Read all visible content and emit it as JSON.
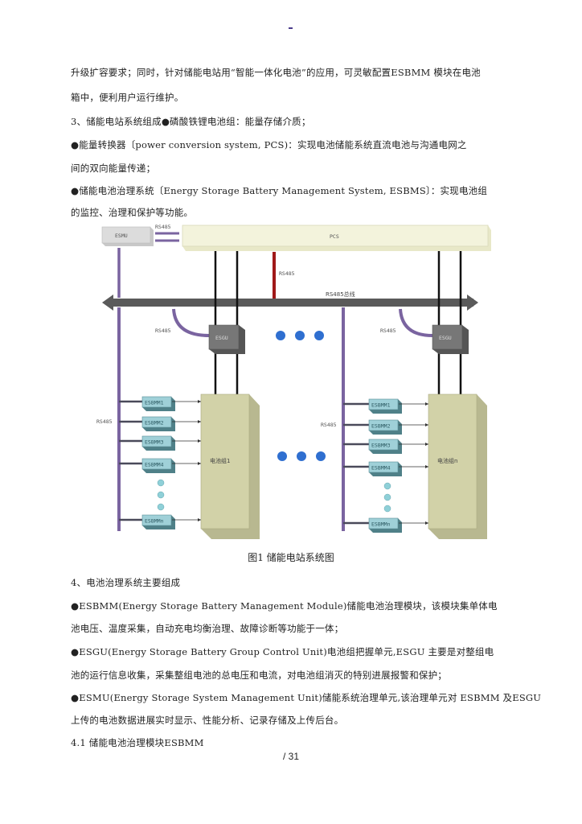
{
  "page": {
    "top_mark": "-",
    "lines": [
      "升级扩容要求；同时，针对储能电站用“智能一体化电池”的应用，可灵敏配置ESBMM 模块在电池",
      "箱中，便利用户运行维护。",
      "3、储能电站系统组成●磷酸铁锂电池组：能量存储介质；",
      "●能量转换器〔power conversion system, PCS)：实现电池储能系统直流电池与沟通电网之",
      "间的双向能量传递；",
      "●储能电池治理系统〔Energy Storage Battery Management System, ESBMS〕：实现电池组",
      "的监控、治理和保护等功能。"
    ],
    "caption": "图1 储能电站系统图",
    "lines_after": [
      "4、电池治理系统主要组成",
      "●ESBMM(Energy Storage Battery Management Module)储能电池治理模块，该模块集单体电",
      "池电压、温度采集，自动充电均衡治理、故障诊断等功能于一体；",
      "●ESGU(Energy Storage Battery Group Control Unit)电池组把握单元,ESGU 主要是对整组电",
      "池的运行信息收集，采集整组电池的总电压和电流，对电池组消灭的特别进展报警和保护；",
      "●ESMU(Energy Storage System Management Unit)储能系统治理单元,该治理单元对 ESBMM 及ESGU",
      "上传的电池数据进展实时显示、性能分析、记录存储及上传后台。",
      "4.1 储能电池治理模块ESBMM"
    ],
    "page_number": "/ 31"
  },
  "diagram": {
    "esmu": "ESMU",
    "pcs": "PCS",
    "rs485_top": "RS485",
    "rs485_red": "RS485",
    "bus": "RS485总线",
    "rs485_left_esgu": "RS485",
    "rs485_right_esgu": "RS485",
    "esgu_left": "ESGU",
    "esgu_right": "ESGU",
    "rs485_left_modules": "RS485",
    "rs485_right_modules": "RS485",
    "modules_left": [
      "ESBMM1",
      "ESBMM2",
      "ESBMM3",
      "ESBMM4",
      "ESBMMn"
    ],
    "modules_right": [
      "ESBMM1",
      "ESBMM2",
      "ESBMM3",
      "ESBMM4",
      "ESBMMn"
    ],
    "battery_left": "电池组1",
    "battery_right": "电池组n",
    "colors": {
      "purple": "#7a64a0",
      "bus": "#5a5a5a",
      "red": "#a01818",
      "pcs_fill": "#f3f3dc",
      "esmu_fill": "#d8d8d8",
      "esgu_fill": "#777777",
      "module_fill": "#9fd0d8",
      "battery_fill": "#d2d2a8",
      "dot_blue": "#2f6fd0",
      "dot_teal": "#8fd0d8"
    }
  }
}
